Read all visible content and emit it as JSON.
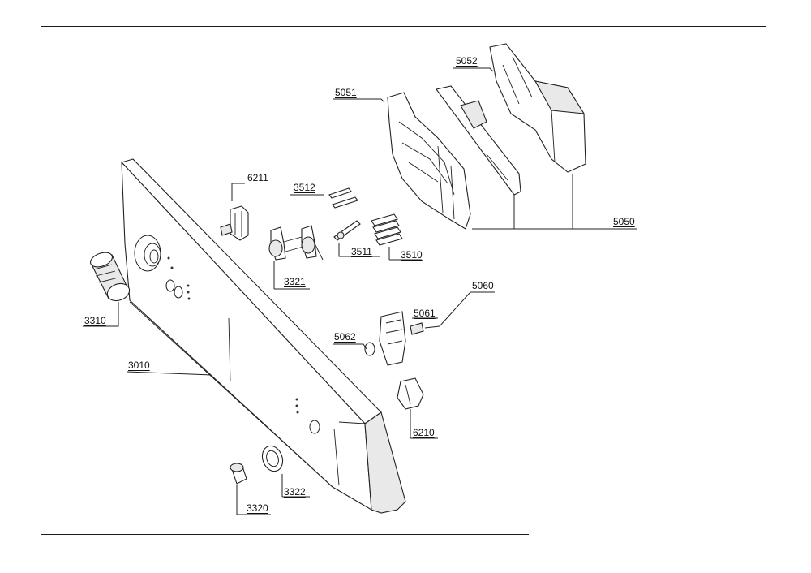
{
  "labels": {
    "l5052": "5052",
    "l5051": "5051",
    "l5050": "5050",
    "l6211": "6211",
    "l3512": "3512",
    "l3511": "3511",
    "l3510": "3510",
    "l3321": "3321",
    "l3310": "3310",
    "l3010": "3010",
    "l5060": "5060",
    "l5061": "5061",
    "l5062": "5062",
    "l6210": "6210",
    "l3322": "3322",
    "l3320": "3320"
  }
}
